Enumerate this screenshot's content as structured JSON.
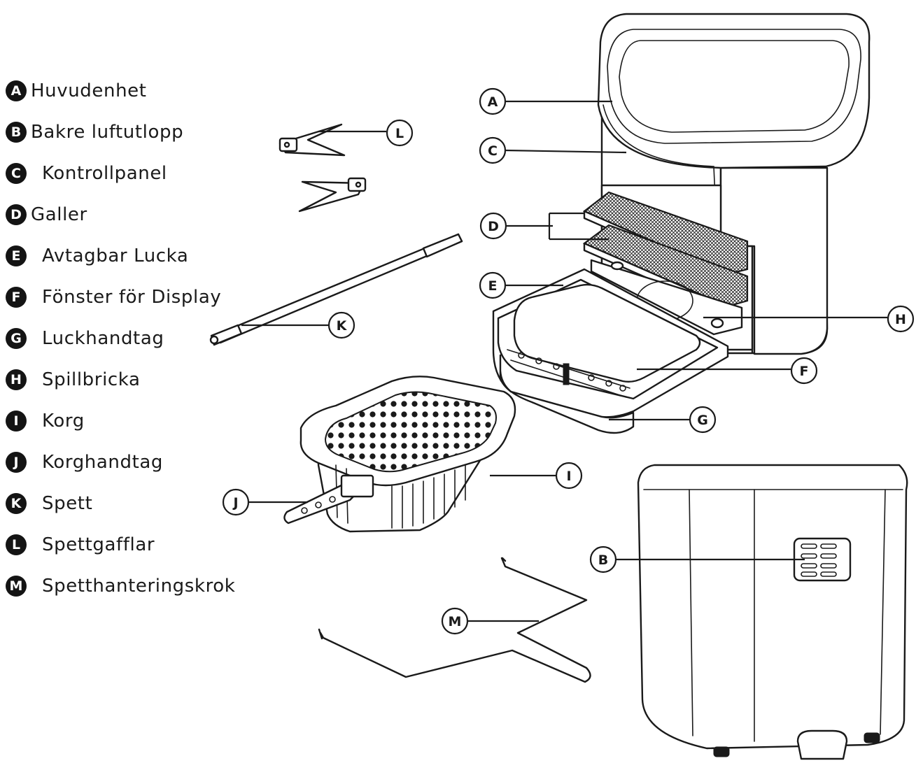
{
  "legend": [
    {
      "letter": "A",
      "label": "Huvudenhet"
    },
    {
      "letter": "B",
      "label": "Bakre luftutlopp"
    },
    {
      "letter": "C",
      "label": "Kontrollpanel"
    },
    {
      "letter": "D",
      "label": "Galler"
    },
    {
      "letter": "E",
      "label": "Avtagbar Lucka"
    },
    {
      "letter": "F",
      "label": "Fönster för Display"
    },
    {
      "letter": "G",
      "label": "Luckhandtag"
    },
    {
      "letter": "H",
      "label": "Spillbricka"
    },
    {
      "letter": "I",
      "label": "Korg"
    },
    {
      "letter": "J",
      "label": "Korghandtag"
    },
    {
      "letter": "K",
      "label": "Spett"
    },
    {
      "letter": "L",
      "label": "Spettgafflar"
    },
    {
      "letter": "M",
      "label": "Spetthanteringskrok"
    }
  ],
  "callouts": {
    "A": "A",
    "B": "B",
    "C": "C",
    "D": "D",
    "E": "E",
    "F": "F",
    "G": "G",
    "H": "H",
    "I": "I",
    "J": "J",
    "K": "K",
    "L": "L",
    "M": "M"
  }
}
